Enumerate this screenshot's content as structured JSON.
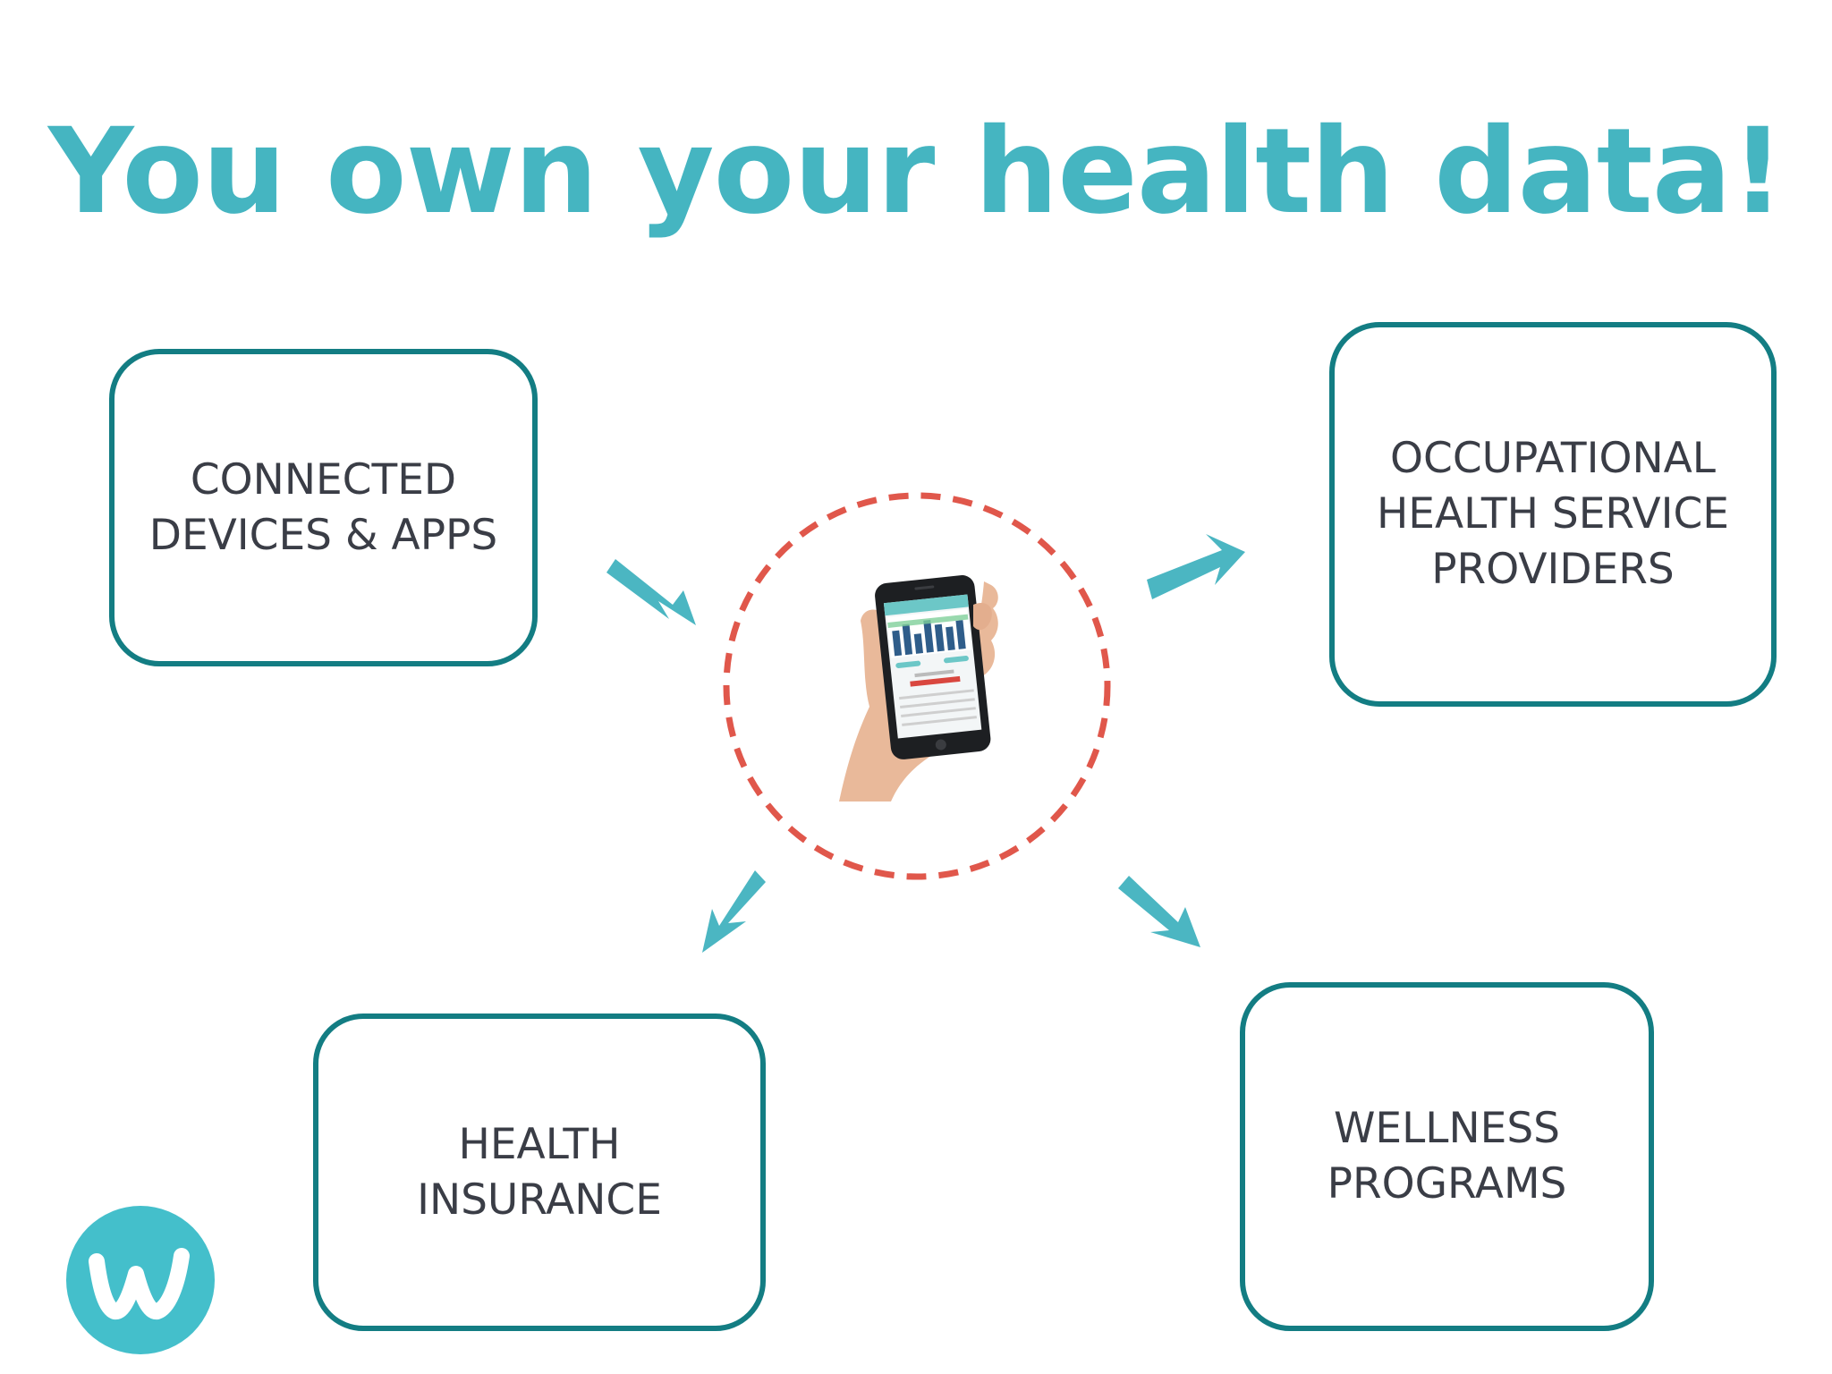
{
  "title": "You own your health data!",
  "boxes": {
    "connected": "CONNECTED\nDEVICES & APPS",
    "occupational": "OCCUPATIONAL\nHEALTH SERVICE\nPROVIDERS",
    "insurance": "HEALTH\nINSURANCE",
    "wellness": "WELLNESS\nPROGRAMS"
  },
  "colors": {
    "title": "#45b5c1",
    "box_border": "#137d83",
    "arrow": "#4bb6c2",
    "circle": "#e0574b",
    "text": "#3a3d46",
    "logo": "#44bfcb"
  },
  "icons": {
    "center": "hand-holding-phone-icon",
    "logo": "w-logo-icon"
  }
}
